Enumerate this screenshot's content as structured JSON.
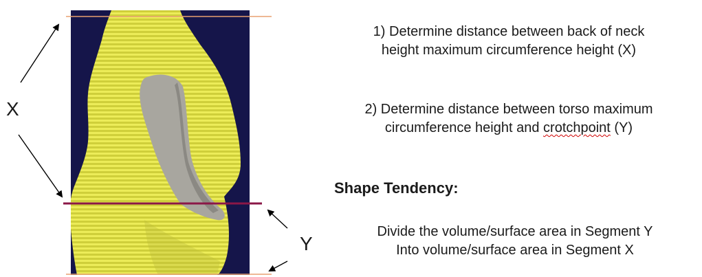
{
  "labels": {
    "x": "X",
    "y": "Y"
  },
  "steps": [
    {
      "line1": "1)   Determine distance between back of neck",
      "line2": "height maximum circumference height (X)"
    },
    {
      "line1": "2) Determine distance between torso maximum",
      "line2_pre": "circumference height and ",
      "line2_flag": "crotchpoint",
      "line2_post": " (Y)"
    }
  ],
  "shape_tendency": {
    "heading": "Shape Tendency:",
    "line1": "Divide the volume/surface area in Segment Y",
    "line2": "Into volume/surface area in Segment X"
  },
  "colors": {
    "scan_background": "#15154a",
    "scan_stripes": "#e6e64d",
    "scan_arm": "#a8a69f",
    "cut_line": "#8b1747",
    "guide_lines": "#e8a070",
    "arrows": "#000000",
    "spell_check": "#d00000"
  },
  "icons": {
    "scan_image": "body-scan-image",
    "arrows": "arrow-icon"
  }
}
